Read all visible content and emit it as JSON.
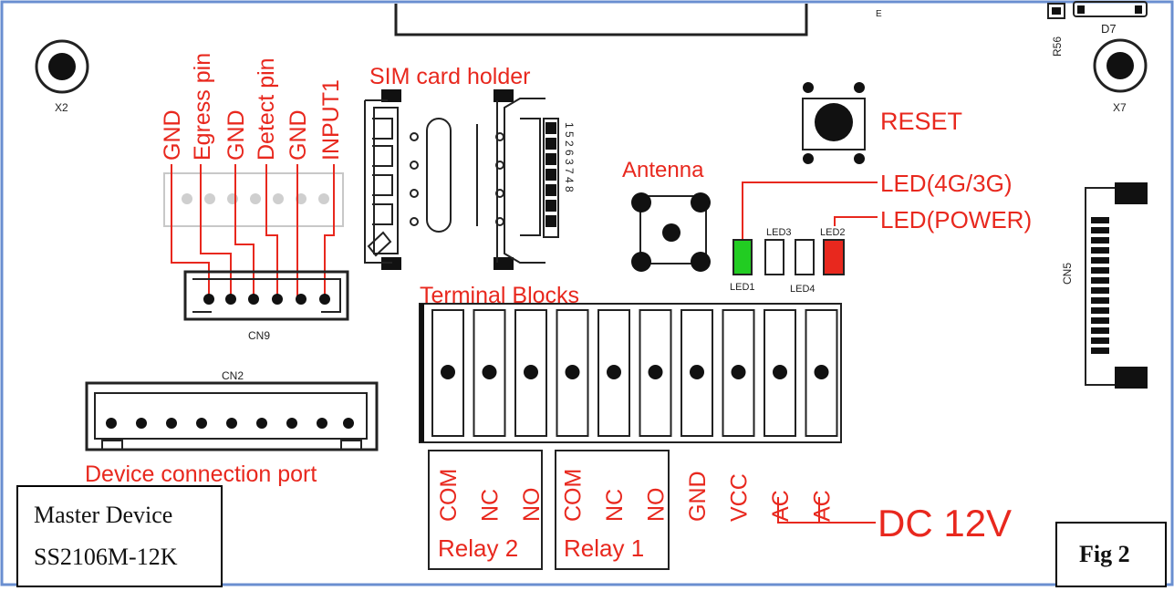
{
  "colors": {
    "annotation": "#e8281e",
    "board_line": "#222222",
    "frame": "#6a8fd0",
    "led_green": "#22cc22",
    "led_red": "#e8281e"
  },
  "board_marks": {
    "x2": "X2",
    "x7": "X7",
    "r56": "R56",
    "d7": "D7",
    "cn9": "CN9",
    "cn2": "CN2",
    "cn5": "CN5",
    "led1": "LED1",
    "led2": "LED2",
    "led3": "LED3",
    "led4": "LED4",
    "sim_pins": "1 5 2 6 3 7 4 8"
  },
  "labels": {
    "sim_holder": "SIM card holder",
    "reset": "RESET",
    "antenna": "Antenna",
    "led_4g3g": "LED(4G/3G)",
    "led_power": "LED(POWER)",
    "terminal_blocks": "Terminal Blocks",
    "device_port": "Device connection port",
    "dc12v": "DC 12V"
  },
  "cn9_pins": [
    "GND",
    "Egress pin",
    "GND",
    "Detect pin",
    "GND",
    "INPUT1"
  ],
  "terminal_labels": [
    "COM",
    "NC",
    "NO",
    "COM",
    "NC",
    "NO",
    "GND",
    "VCC",
    "AC",
    "AC"
  ],
  "relay_groups": [
    "Relay 2",
    "Relay 1"
  ],
  "caption": {
    "line1": "Master Device",
    "line2": "SS2106M-12K",
    "fig": "Fig 2"
  }
}
